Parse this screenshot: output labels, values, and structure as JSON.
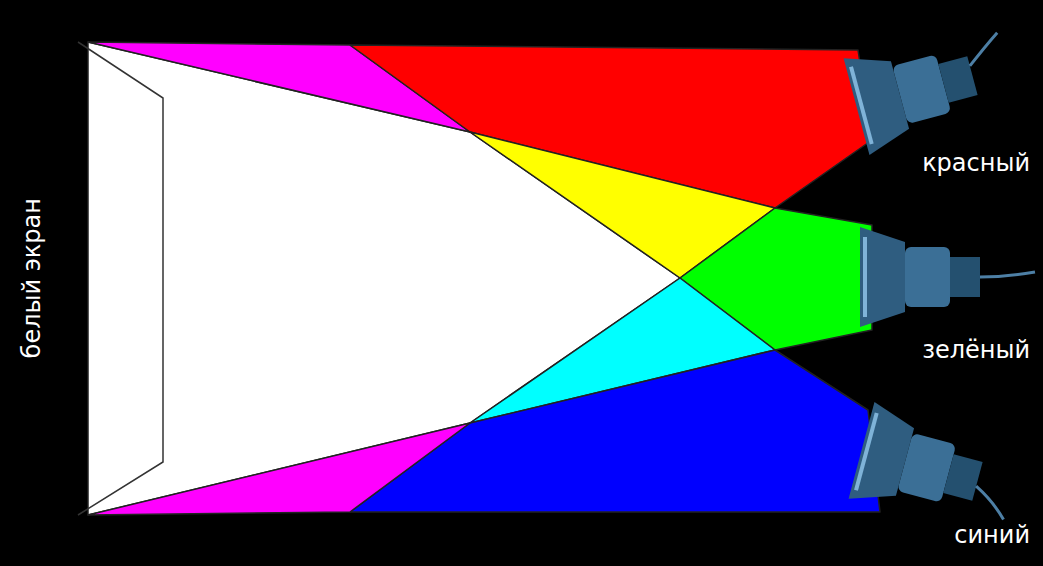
{
  "diagram": {
    "labels": [
      "белый экран",
      "красный",
      "зелёный",
      "синий"
    ]
  }
}
